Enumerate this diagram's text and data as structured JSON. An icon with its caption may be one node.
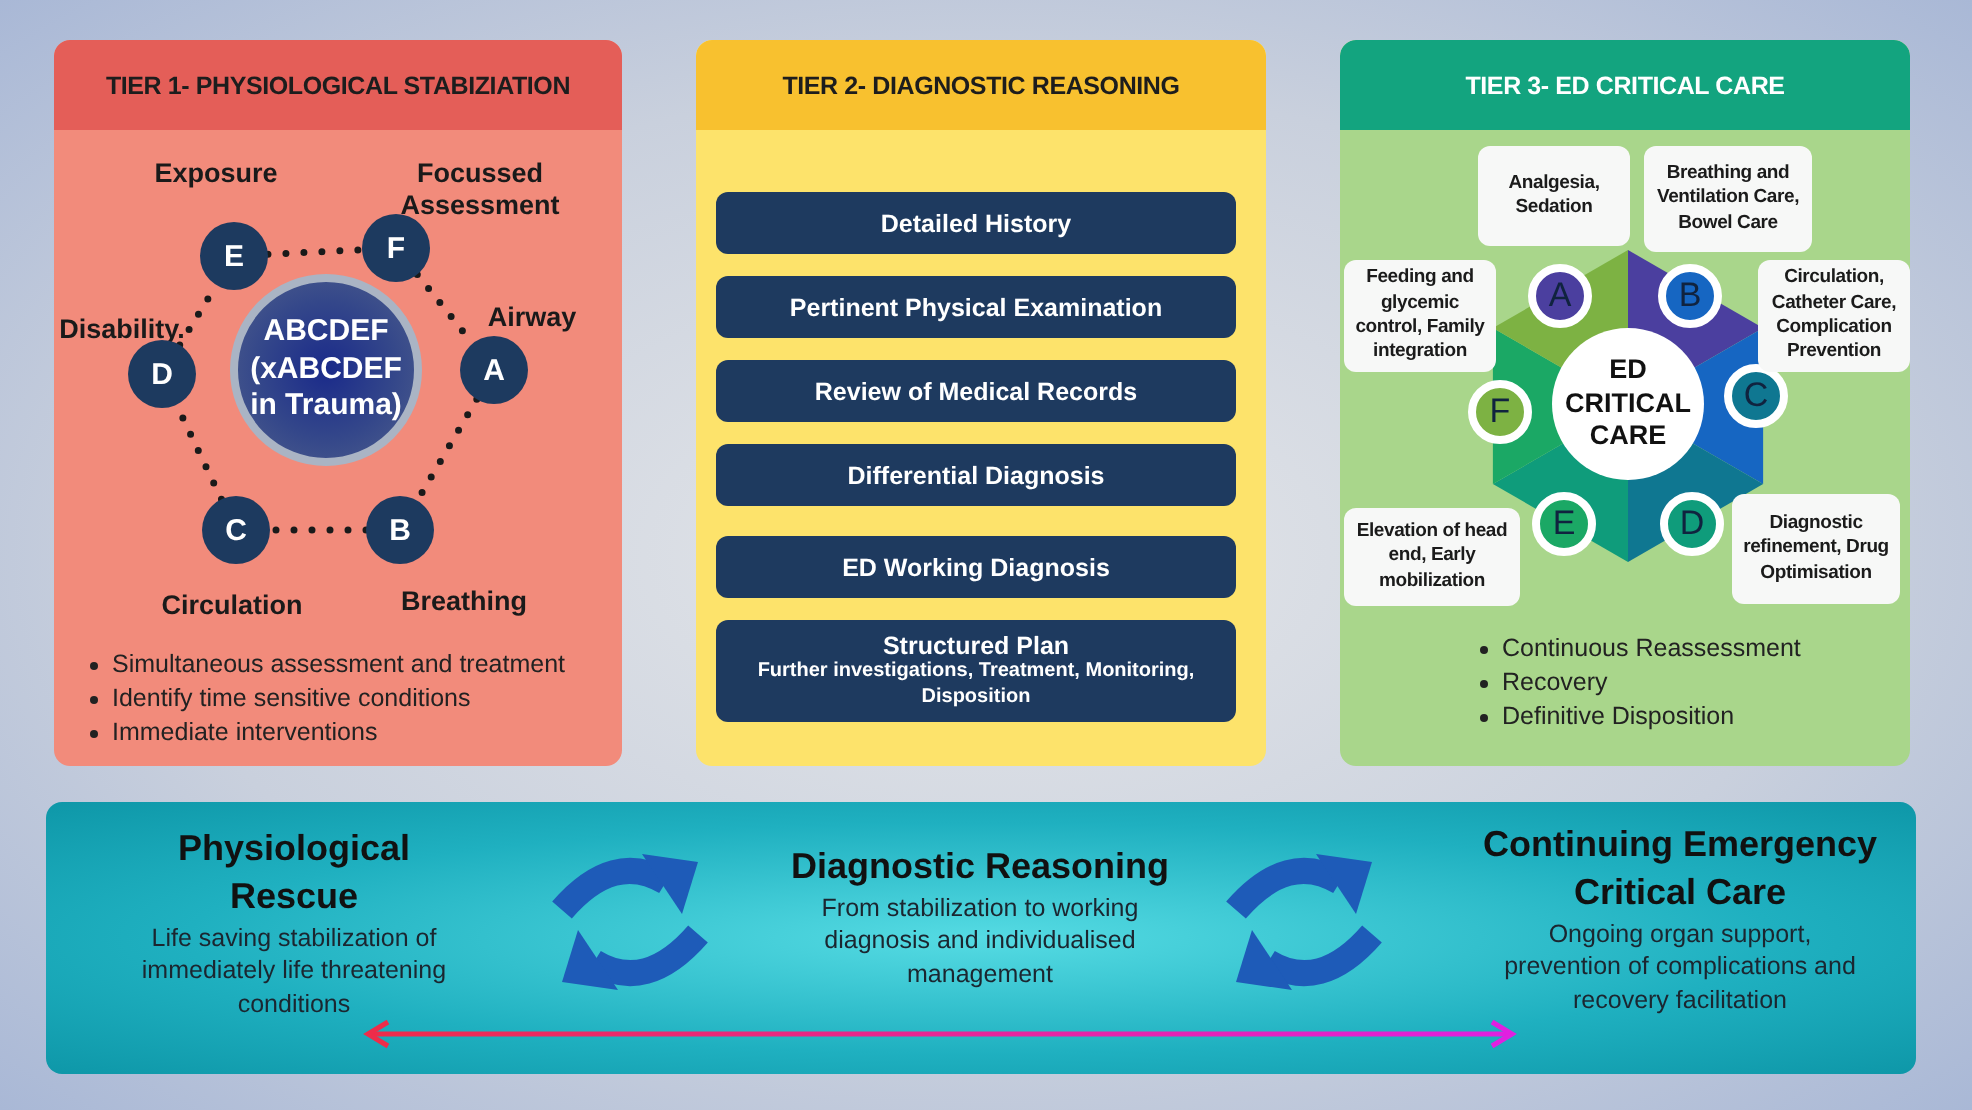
{
  "diagram": {
    "nodes": [
      {
        "text": [
          "TIER 1- PHYSIOLOGICAL STABIZIATION",
          "Simultaneous assessment and treatment",
          "Identify time sensitive conditions",
          "Immediate interventions"
        ]
      },
      {
        "text": [
          "ABCDEF (xABCDEF in Trauma)"
        ],
        "in": 0
      },
      {
        "text": [
          "A"
        ],
        "beside": [
          "Airway"
        ],
        "in": 0
      },
      {
        "text": [
          "B"
        ],
        "beside": [
          "Breathing"
        ],
        "in": 0
      },
      {
        "text": [
          "C"
        ],
        "beside": [
          "Circulation"
        ],
        "in": 0
      },
      {
        "text": [
          "D"
        ],
        "beside": [
          "Disability."
        ],
        "in": 0
      },
      {
        "text": [
          "E"
        ],
        "beside": [
          "Exposure"
        ],
        "in": 0
      },
      {
        "text": [
          "F"
        ],
        "beside": [
          "Focussed Assessment"
        ],
        "in": 0
      },
      {
        "text": [
          "TIER 2- DIAGNOSTIC REASONING"
        ]
      },
      {
        "text": [
          "Detailed History"
        ],
        "in": 8
      },
      {
        "text": [
          "Pertinent Physical Examination"
        ],
        "in": 8
      },
      {
        "text": [
          "Review of Medical Records"
        ],
        "in": 8
      },
      {
        "text": [
          "Differential Diagnosis"
        ],
        "in": 8
      },
      {
        "text": [
          "ED Working Diagnosis"
        ],
        "in": 8
      },
      {
        "text": [
          "Structured Plan",
          "Further investigations, Treatment, Monitoring, Disposition"
        ],
        "in": 8
      },
      {
        "text": [
          "TIER 3- ED CRITICAL CARE",
          "Continuous Reassessment",
          "Recovery",
          "Definitive Disposition"
        ]
      },
      {
        "text": [
          "ED CRITICAL CARE"
        ],
        "in": 15
      },
      {
        "text": [
          "A"
        ],
        "in": 15
      },
      {
        "text": [
          "B"
        ],
        "in": 15
      },
      {
        "text": [
          "C"
        ],
        "in": 15
      },
      {
        "text": [
          "D"
        ],
        "in": 15
      },
      {
        "text": [
          "E"
        ],
        "in": 15
      },
      {
        "text": [
          "F"
        ],
        "in": 15
      },
      {
        "text": [
          "Analgesia, Sedation"
        ],
        "in": 15
      },
      {
        "text": [
          "Breathing and Ventilation Care, Bowel Care"
        ],
        "in": 15
      },
      {
        "text": [
          "Feeding and glycemic control, Family integration"
        ],
        "in": 15
      },
      {
        "text": [
          "Circulation, Catheter Care, Complication Prevention"
        ],
        "in": 15
      },
      {
        "text": [
          "Elevation of head end, Early mobilization"
        ],
        "in": 15
      },
      {
        "text": [
          "Diagnostic refinement, Drug Optimisation"
        ],
        "in": 15
      },
      {
        "text": [
          "Physiological Rescue",
          "Life saving stabilization of immediately life threatening conditions",
          "Diagnostic Reasoning",
          "From stabilization to working diagnosis and individualised management",
          "Continuing Emergency Critical Care",
          "Ongoing organ support, prevention of complications and recovery facilitation"
        ]
      }
    ],
    "edges": [
      {
        "from": 2,
        "to": 3,
        "arrow": "none",
        "style": "dashed"
      },
      {
        "from": 3,
        "to": 4,
        "arrow": "none",
        "style": "dashed"
      },
      {
        "from": 4,
        "to": 5,
        "arrow": "none",
        "style": "dashed"
      },
      {
        "from": 5,
        "to": 6,
        "arrow": "none",
        "style": "dashed"
      },
      {
        "from": 6,
        "to": 7,
        "arrow": "none",
        "style": "dashed"
      },
      {
        "from": 7,
        "to": 2,
        "arrow": "none",
        "style": "dashed"
      }
    ]
  }
}
